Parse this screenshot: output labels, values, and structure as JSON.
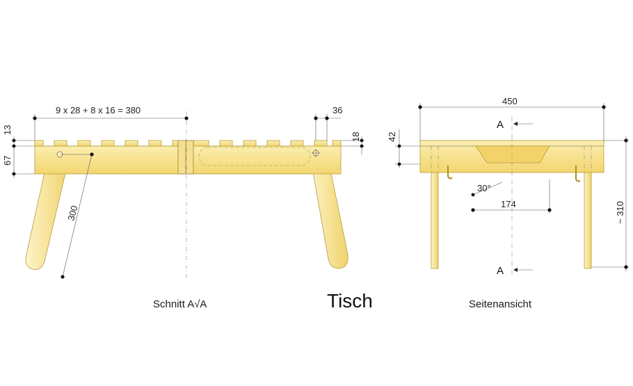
{
  "title": "Tisch",
  "captions": {
    "section": "Schnitt A√A",
    "side": "Seitenansicht"
  },
  "dimensions": {
    "slats_formula": "9 x 28 + 8 x 16 = 380",
    "top_gap": "13",
    "frame_height": "67",
    "end_width": "36",
    "slat_depth": "18",
    "leg_length": "300",
    "total_width": "450",
    "side_frame_height": "42",
    "angle": "30°",
    "leg_spacing": "174",
    "height": "~ 310"
  },
  "section_marks": {
    "top": "A",
    "bottom": "A"
  },
  "colors": {
    "wood_light": "#fdf3c4",
    "wood_dark": "#f2d77a",
    "outline": "#b89a3a"
  }
}
